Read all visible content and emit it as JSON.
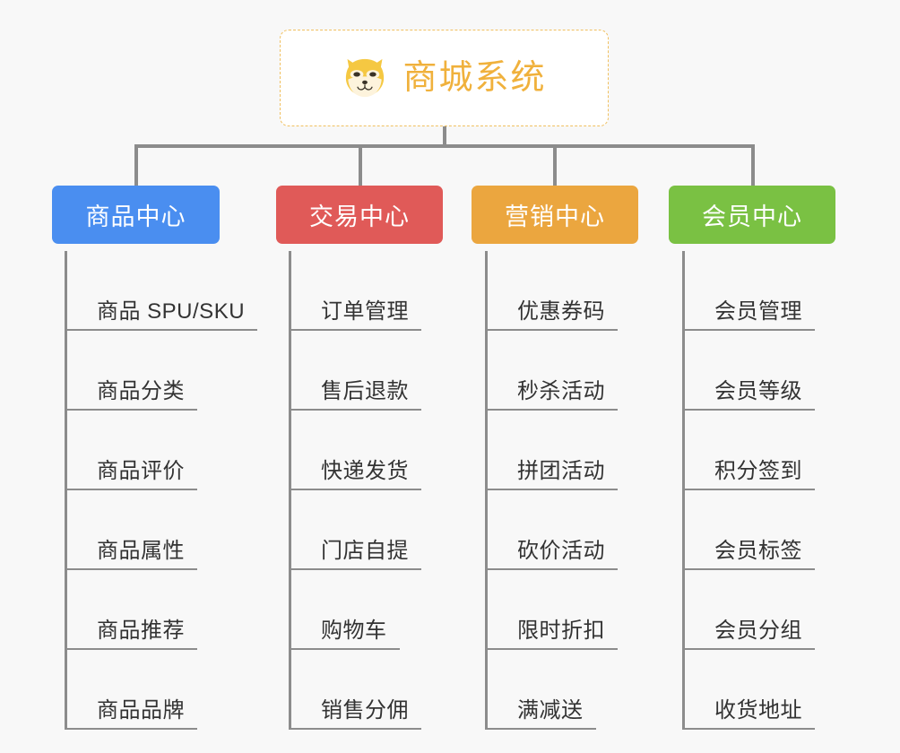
{
  "page": {
    "background_color": "#f8f8f8",
    "connector_color": "#8c8c8c",
    "leaf_text_color": "#333333"
  },
  "root": {
    "title": "商城系统",
    "icon": "shiba-dog-icon",
    "text_color": "#f0b13c",
    "border_color": "#f0c060",
    "background_color": "#ffffff"
  },
  "columns": [
    {
      "title": "商品中心",
      "color": "#4a8ef0",
      "items": [
        "商品 SPU/SKU",
        "商品分类",
        "商品评价",
        "商品属性",
        "商品推荐",
        "商品品牌"
      ]
    },
    {
      "title": "交易中心",
      "color": "#e05a58",
      "items": [
        "订单管理",
        "售后退款",
        "快递发货",
        "门店自提",
        "购物车",
        "销售分佣"
      ]
    },
    {
      "title": "营销中心",
      "color": "#eba63f",
      "items": [
        "优惠券码",
        "秒杀活动",
        "拼团活动",
        "砍价活动",
        "限时折扣",
        "满减送"
      ]
    },
    {
      "title": "会员中心",
      "color": "#7ac143",
      "items": [
        "会员管理",
        "会员等级",
        "积分签到",
        "会员标签",
        "会员分组",
        "收货地址"
      ]
    }
  ]
}
